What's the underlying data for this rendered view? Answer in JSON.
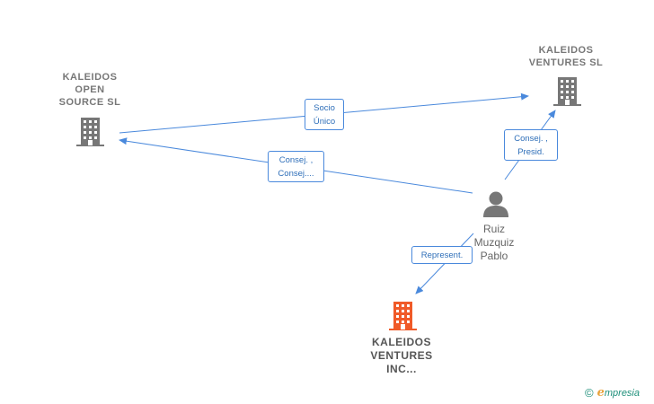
{
  "nodes": {
    "kaleidos_open_source": {
      "label_lines": [
        "KALEIDOS",
        "OPEN",
        "SOURCE  SL"
      ],
      "icon": "building-icon",
      "color": "#777777"
    },
    "kaleidos_ventures_sl": {
      "label_lines": [
        "KALEIDOS",
        "VENTURES  SL"
      ],
      "icon": "building-icon",
      "color": "#777777"
    },
    "kaleidos_ventures_inc": {
      "label_lines": [
        "KALEIDOS",
        "VENTURES",
        "INC..."
      ],
      "icon": "building-icon",
      "color": "#f05a28"
    },
    "ruiz_muzquiz_pablo": {
      "label_lines": [
        "Ruiz",
        "Muzquiz",
        "Pablo"
      ],
      "icon": "person-icon",
      "color": "#777777"
    }
  },
  "edges": {
    "socio_unico": {
      "label_lines": [
        "Socio",
        "Único"
      ]
    },
    "consej_consej": {
      "label_lines": [
        "Consej. ,",
        "Consej...."
      ]
    },
    "consej_presid": {
      "label_lines": [
        "Consej. ,",
        "Presid."
      ]
    },
    "represent": {
      "label_lines": [
        "Represent."
      ]
    }
  },
  "colors": {
    "edge": "#4a89dc",
    "edge_text": "#2f6fb9",
    "building_gray": "#777777",
    "building_orange": "#f05a28",
    "person": "#777777"
  },
  "footer": {
    "copyright": "©",
    "brand_initial": "e",
    "brand_rest": "mpresia"
  }
}
